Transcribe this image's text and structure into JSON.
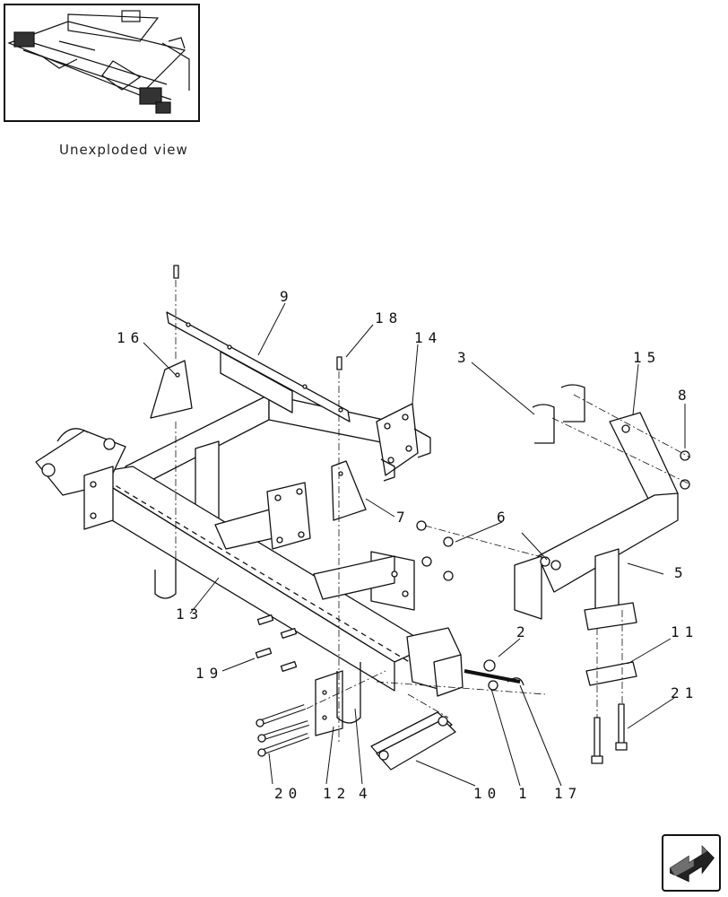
{
  "inset": {
    "caption": "Unexploded view"
  },
  "callouts": {
    "c1": "1",
    "c2": "2",
    "c3": "3",
    "c4": "4",
    "c5": "5",
    "c6": "6",
    "c7": "7",
    "c8": "8",
    "c9": "9",
    "c10": "10",
    "c11": "11",
    "c12": "12",
    "c13": "13",
    "c14": "14",
    "c15": "15",
    "c16": "16",
    "c17": "17",
    "c18": "18",
    "c19": "19",
    "c20": "20",
    "c21": "21"
  },
  "nav": {
    "icon": "next-page-arrow-icon"
  },
  "colors": {
    "line": "#111111",
    "background": "#ffffff"
  }
}
